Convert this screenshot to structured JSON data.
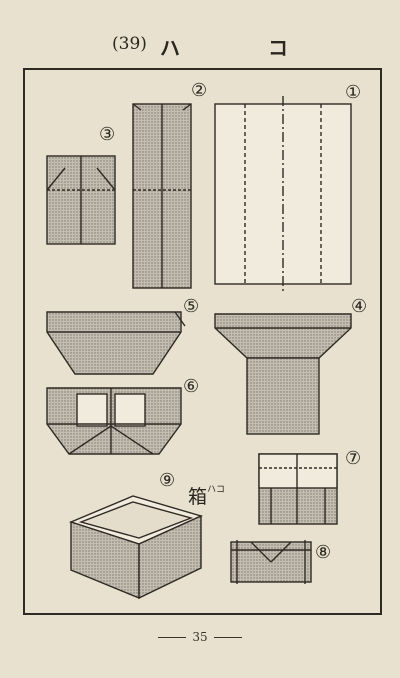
{
  "header": {
    "page_label": "(39)",
    "title_a": "ハ",
    "title_b": "コ"
  },
  "steps": [
    "①",
    "②",
    "③",
    "④",
    "⑤",
    "⑥",
    "⑦",
    "⑧",
    "⑨"
  ],
  "caption": {
    "kanji": "箱",
    "ruby": "ハコ"
  },
  "footer": {
    "page_number": "35"
  },
  "colors": {
    "paper": "#e9e1cf",
    "ink": "#2f2a24",
    "shade": "#b9b3a8"
  }
}
